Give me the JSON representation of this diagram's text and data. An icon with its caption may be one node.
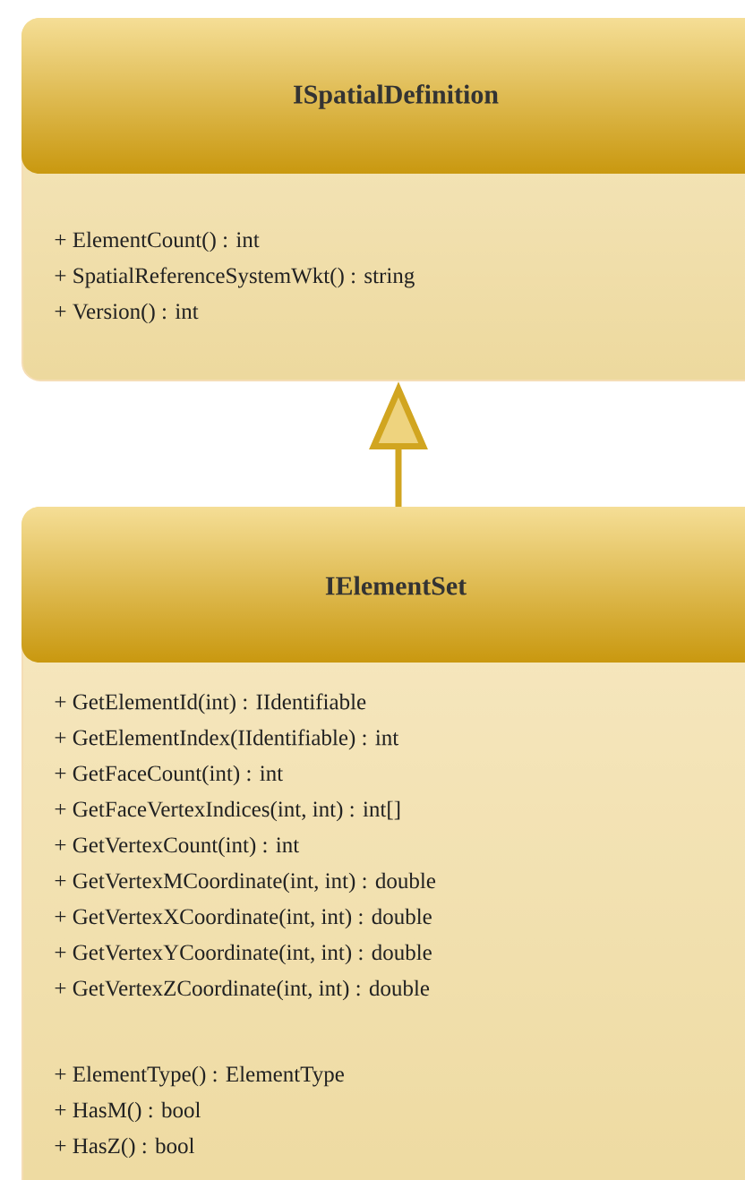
{
  "diagram": {
    "nodes": [
      {
        "text": [
          "ISpatialDefinition",
          "+ ElementCount() : int",
          "+ SpatialReferenceSystemWkt() : string",
          "+ Version() : int"
        ]
      },
      {
        "text": [
          "IElementSet",
          "+ GetElementId(int) : IIdentifiable",
          "+ GetElementIndex(IIdentifiable) : int",
          "+ GetFaceCount(int) : int",
          "+ GetFaceVertexIndices(int, int) : int[]",
          "+ GetVertexCount(int) : int",
          "+ GetVertexMCoordinate(int, int) : double",
          "+ GetVertexXCoordinate(int, int) : double",
          "+ GetVertexYCoordinate(int, int) : double",
          "+ GetVertexZCoordinate(int, int) : double",
          "+ ElementType() : ElementType",
          "+ HasM() : bool",
          "+ HasZ() : bool"
        ]
      }
    ],
    "edges": [
      {
        "from": 1,
        "to": 0,
        "arrow": "to"
      }
    ]
  }
}
